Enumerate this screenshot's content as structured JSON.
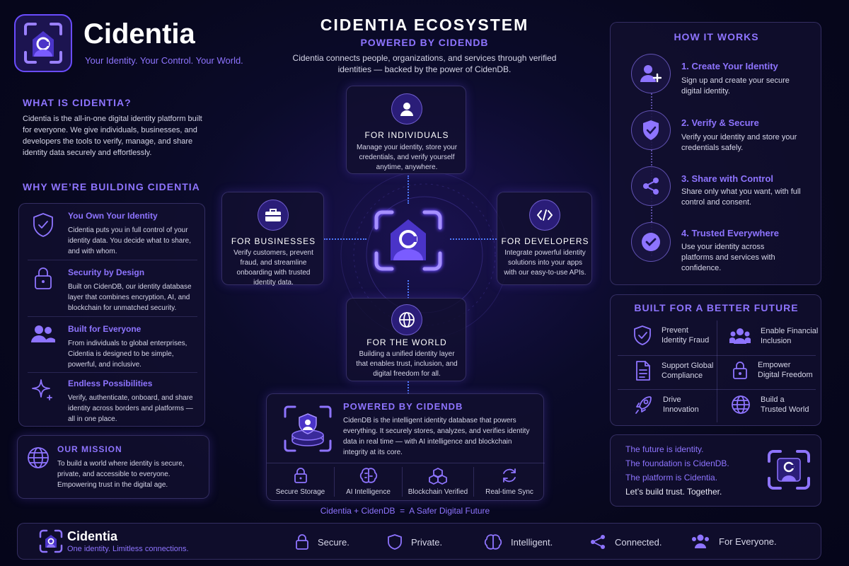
{
  "brand": {
    "name": "Cidentia",
    "tagline": "Your Identity. Your Control. Your World."
  },
  "header": {
    "title": "CIDENTIA ECOSYSTEM",
    "subtitle": "POWERED BY CIDENDB",
    "description": "Cidentia connects people, organizations, and services through verified identities — backed by the power of CidenDB."
  },
  "what_is": {
    "title": "WHAT IS CIDENTIA?",
    "text": "Cidentia is the all-in-one digital identity platform built for everyone. We give individuals, businesses, and developers the tools to verify, manage, and share identity data securely and effortlessly."
  },
  "why": {
    "title": "WHY WE’RE BUILDING CIDENTIA",
    "items": [
      {
        "title": "You Own Your Identity",
        "text": "Cidentia puts you in full control of your identity data. You decide what to share, and with whom.",
        "icon": "shield-check-icon"
      },
      {
        "title": "Security by Design",
        "text": "Built on CidenDB, our identity database layer that combines encryption, AI, and blockchain for unmatched security.",
        "icon": "lock-icon"
      },
      {
        "title": "Built for Everyone",
        "text": "From individuals to global enterprises, Cidentia is designed to be simple, powerful, and inclusive.",
        "icon": "users-icon"
      },
      {
        "title": "Endless Possibilities",
        "text": "Verify, authenticate, onboard, and share identity across borders and platforms — all in one place.",
        "icon": "sparkle-icon"
      }
    ]
  },
  "mission": {
    "title": "OUR MISSION",
    "text": "To build a world where identity is secure, private, and accessible to everyone. Empowering trust in the digital age."
  },
  "ecosystem": {
    "individuals": {
      "title": "FOR INDIVIDUALS",
      "text": "Manage your identity, store your credentials, and verify yourself anytime, anywhere."
    },
    "businesses": {
      "title": "FOR BUSINESSES",
      "text": "Verify customers, prevent fraud, and streamline onboarding with trusted identity data."
    },
    "developers": {
      "title": "FOR DEVELOPERS",
      "text": "Integrate powerful identity solutions into your apps with our easy-to-use APIs."
    },
    "world": {
      "title": "FOR THE WORLD",
      "text": "Building a unified identity layer that enables trust, inclusion, and digital freedom for all."
    }
  },
  "cidendb": {
    "title": "POWERED BY CIDENDB",
    "text": "CidenDB is the intelligent identity database that powers everything. It securely stores, analyzes, and verifies identity data in real time — with AI intelligence and blockchain integrity at its core.",
    "features": [
      {
        "label": "Secure Storage",
        "icon": "lock-icon"
      },
      {
        "label": "AI Intelligence",
        "icon": "brain-icon"
      },
      {
        "label": "Blockchain Verified",
        "icon": "cubes-icon"
      },
      {
        "label": "Real-time Sync",
        "icon": "sync-icon"
      }
    ],
    "equation": "Cidentia + CidenDB  =  A Safer Digital Future"
  },
  "how": {
    "title": "HOW IT WORKS",
    "steps": [
      {
        "title": "1. Create Your Identity",
        "text": "Sign up and create your secure digital identity.",
        "icon": "user-plus-icon"
      },
      {
        "title": "2. Verify & Secure",
        "text": "Verify your identity and store your credentials safely.",
        "icon": "shield-check-icon"
      },
      {
        "title": "3. Share with Control",
        "text": "Share only what you want, with full control and consent.",
        "icon": "share-icon"
      },
      {
        "title": "4. Trusted Everywhere",
        "text": "Use your identity across platforms and services with confidence.",
        "icon": "check-circle-icon"
      }
    ]
  },
  "future": {
    "title": "BUILT FOR A BETTER FUTURE",
    "items": [
      {
        "line1": "Prevent",
        "line2": "Identity Fraud",
        "icon": "shield-check-icon"
      },
      {
        "line1": "Enable Financial",
        "line2": "Inclusion",
        "icon": "users-icon"
      },
      {
        "line1": "Support Global",
        "line2": "Compliance",
        "icon": "document-icon"
      },
      {
        "line1": "Empower",
        "line2": "Digital Freedom",
        "icon": "lock-icon"
      },
      {
        "line1": "Drive",
        "line2": "Innovation",
        "icon": "rocket-icon"
      },
      {
        "line1": "Build a",
        "line2": "Trusted World",
        "icon": "globe-icon"
      }
    ]
  },
  "closing": {
    "line1": "The future is identity.",
    "line2": "The foundation is CidenDB.",
    "line3": "The platform is Cidentia.",
    "line4": "Let’s build trust. Together."
  },
  "footer": {
    "brand": "Cidentia",
    "tagline": "One identity. Limitless connections.",
    "items": [
      {
        "label": "Secure.",
        "icon": "lock-icon"
      },
      {
        "label": "Private.",
        "icon": "shield-icon"
      },
      {
        "label": "Intelligent.",
        "icon": "brain-icon"
      },
      {
        "label": "Connected.",
        "icon": "share-icon"
      },
      {
        "label": "For Everyone.",
        "icon": "users-icon"
      }
    ]
  },
  "colors": {
    "accent": "#8e74ff",
    "background": "#07071c",
    "connector": "#4f7bff"
  }
}
